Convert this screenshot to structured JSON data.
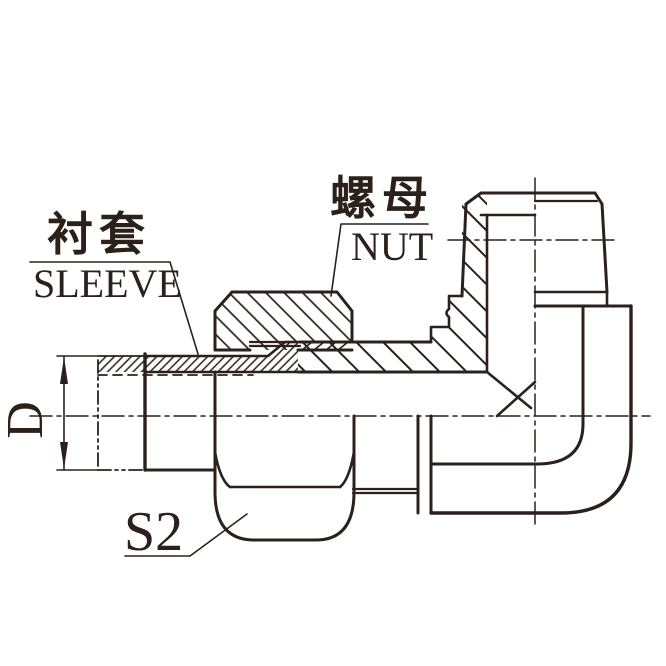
{
  "labels": {
    "sleeve_cn": "衬套",
    "sleeve_en": "SLEEVE",
    "nut_cn": "螺母",
    "nut_en": "NUT",
    "dim_d": "D",
    "dim_s2": "S2"
  },
  "colors": {
    "line": "#2b211a",
    "background": "#ffffff"
  }
}
